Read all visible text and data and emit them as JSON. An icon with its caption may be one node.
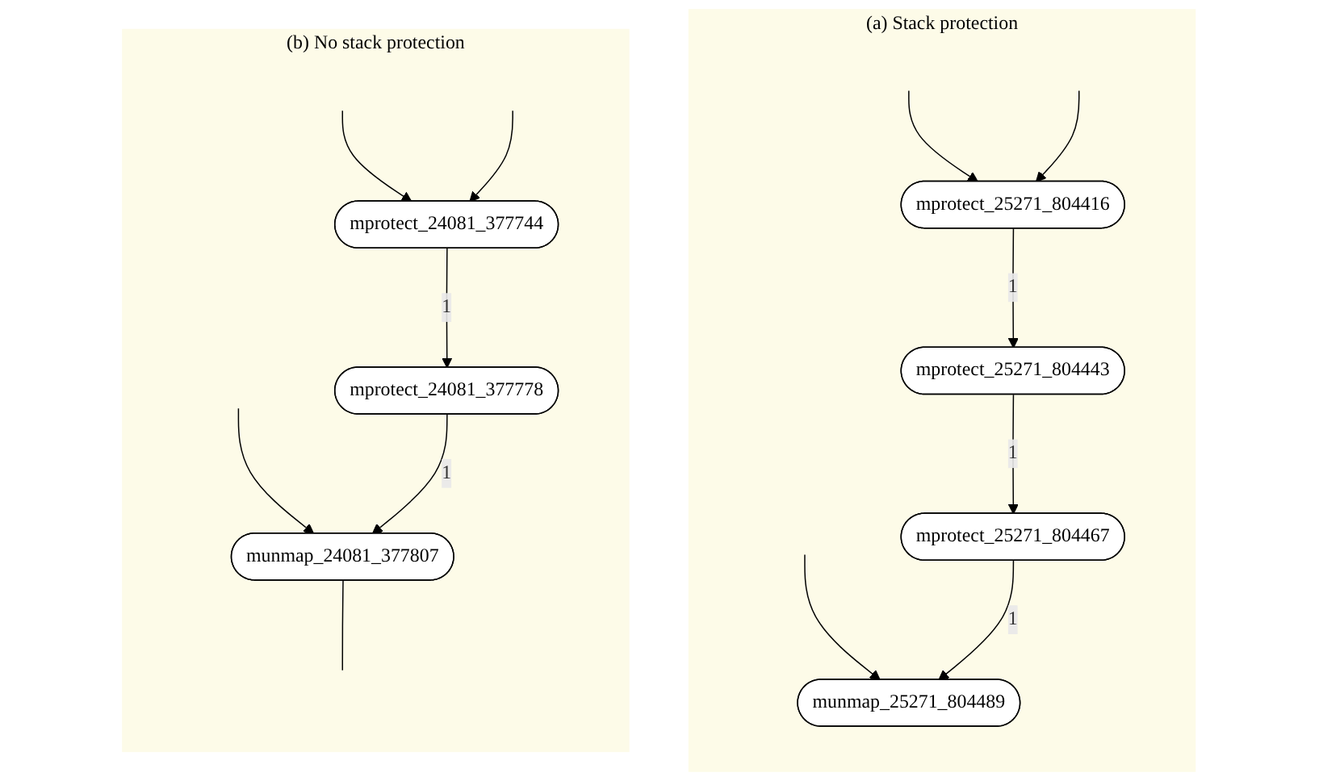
{
  "diagram": {
    "nodes": [
      {
        "text": [
          "(a) Stack protection"
        ]
      },
      {
        "text": [
          "mprotect_25271_804416"
        ],
        "in": 0
      },
      {
        "text": [
          "mprotect_25271_804443"
        ],
        "in": 0
      },
      {
        "text": [
          "mprotect_25271_804467"
        ],
        "in": 0
      },
      {
        "text": [
          "munmap_25271_804489"
        ],
        "in": 0
      },
      {
        "text": [
          "(b) No stack protection"
        ]
      },
      {
        "text": [
          "mprotect_24081_377744"
        ],
        "in": 5
      },
      {
        "text": [
          "mprotect_24081_377778"
        ],
        "in": 5
      },
      {
        "text": [
          "munmap_24081_377807"
        ],
        "in": 5
      }
    ],
    "edges": [
      {
        "from": null,
        "to": 1,
        "arrow": "to"
      },
      {
        "from": null,
        "to": 1,
        "arrow": "to"
      },
      {
        "from": null,
        "to": 4,
        "arrow": "to"
      },
      {
        "from": 1,
        "to": 2,
        "arrow": "to",
        "label": "1"
      },
      {
        "from": 2,
        "to": 3,
        "arrow": "to",
        "label": "1"
      },
      {
        "from": 3,
        "to": 4,
        "arrow": "to",
        "label": "1"
      },
      {
        "from": null,
        "to": 6,
        "arrow": "to"
      },
      {
        "from": null,
        "to": 6,
        "arrow": "to"
      },
      {
        "from": null,
        "to": 8,
        "arrow": "to"
      },
      {
        "from": 6,
        "to": 7,
        "arrow": "to",
        "label": "1"
      },
      {
        "from": 7,
        "to": 8,
        "arrow": "to",
        "label": "1"
      },
      {
        "from": 8,
        "to": null,
        "arrow": "none"
      }
    ]
  }
}
